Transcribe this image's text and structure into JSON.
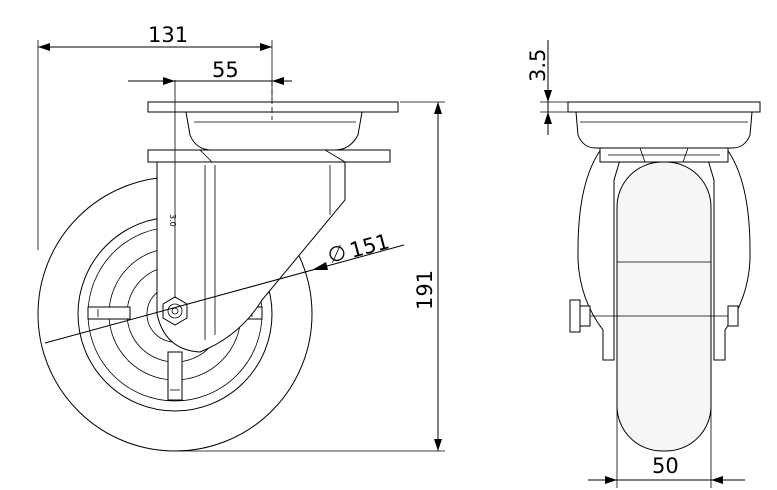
{
  "drawing": {
    "title": "",
    "views": [
      "side-view",
      "front-view"
    ]
  },
  "dimensions": {
    "overall_width": "131",
    "swivel_offset": "55",
    "wheel_diameter": "151",
    "diameter_symbol": "∅",
    "overall_height": "191",
    "plate_thickness": "3.5",
    "wheel_width": "50",
    "axle_label": "3.0"
  }
}
